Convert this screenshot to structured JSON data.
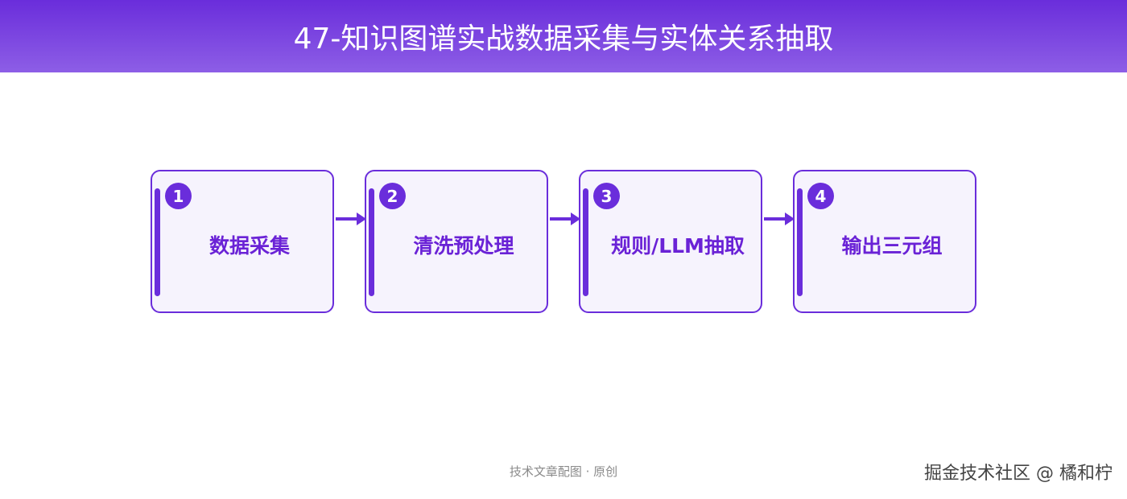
{
  "header": {
    "title": "47-知识图谱实战数据采集与实体关系抽取"
  },
  "steps": [
    {
      "number": "1",
      "label": "数据采集"
    },
    {
      "number": "2",
      "label": "清洗预处理"
    },
    {
      "number": "3",
      "label": "规则/LLM抽取"
    },
    {
      "number": "4",
      "label": "输出三元组"
    }
  ],
  "footer": {
    "caption": "技术文章配图 · 原创"
  },
  "watermark": {
    "text": "掘金技术社区 @ 橘和柠"
  },
  "colors": {
    "accent": "#6a2ddb",
    "box_fill": "#f6f3fd",
    "label": "#6a22d6"
  }
}
